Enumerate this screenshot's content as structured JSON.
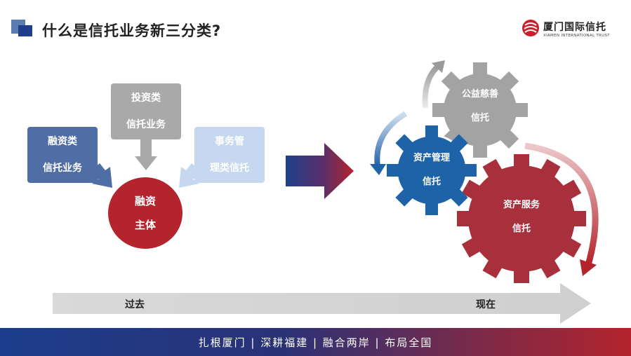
{
  "header": {
    "title": "什么是信托业务新三分类?",
    "brand_name": "厦门国际信托",
    "brand_english": "XIAMEN INTERNATIONAL TRUST"
  },
  "left_diagram": {
    "box_financing": [
      "融资类",
      "信托业务"
    ],
    "box_investment": [
      "投资类",
      "信托业务"
    ],
    "box_affairs": [
      "事务管",
      "理类信托"
    ],
    "center": [
      "融资",
      "主体"
    ]
  },
  "gears": {
    "charity": [
      "公益慈善",
      "信托"
    ],
    "asset_management": [
      "资产管理",
      "信托"
    ],
    "asset_service": [
      "资产服务",
      "信托"
    ]
  },
  "timeline": {
    "past": "过去",
    "present": "现在"
  },
  "footer": {
    "slogan": "扎根厦门 | 深耕福建 | 融合两岸 | 布局全国"
  },
  "colors": {
    "navy": "#1f3f8a",
    "crimson": "#b3242c",
    "steel_blue": "#4f6ea5",
    "grey": "#a9a9a9",
    "light_blue": "#c5d8ef",
    "gear_blue": "#1e62a8",
    "gear_red": "#a8303c"
  }
}
